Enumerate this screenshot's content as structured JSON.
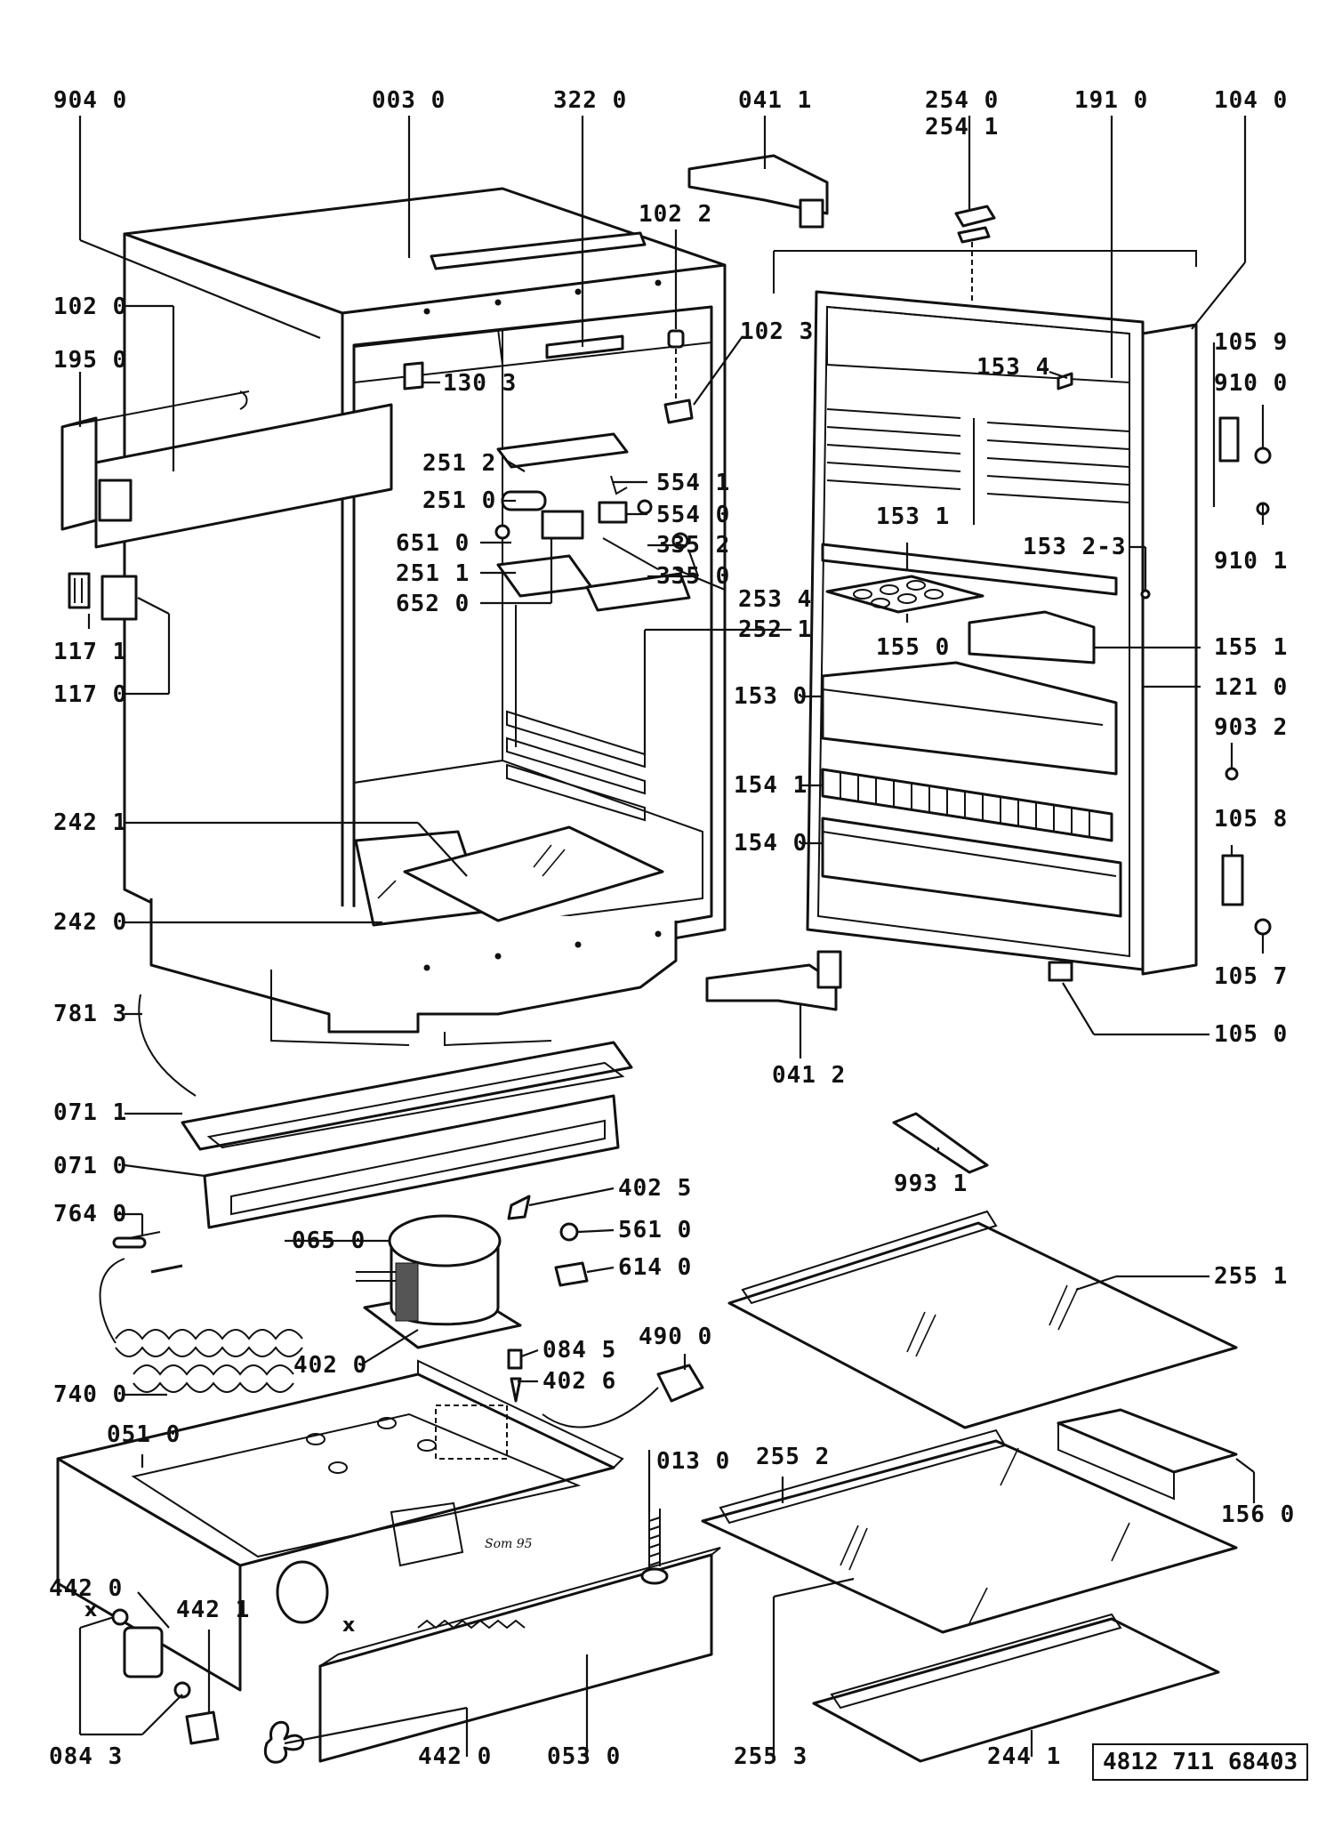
{
  "labels": {
    "l904_0": "904 0",
    "l003_0": "003 0",
    "l322_0": "322 0",
    "l041_1": "041 1",
    "l254_0": "254 0",
    "l254_1": "254 1",
    "l191_0": "191 0",
    "l104_0": "104 0",
    "l102_2": "102 2",
    "l102_0": "102 0",
    "l195_0": "195 0",
    "l102_3": "102 3",
    "l130_3": "130 3",
    "l105_9": "105 9",
    "l153_4": "153 4",
    "l910_0": "910 0",
    "l251_2": "251 2",
    "l554_1": "554 1",
    "l251_0": "251 0",
    "l554_0": "554 0",
    "l651_0": "651 0",
    "l335_2": "335 2",
    "l153_1": "153 1",
    "l153_2_3": "153 2-3",
    "l910_1": "910 1",
    "l251_1": "251 1",
    "l335_0": "335 0",
    "l652_0": "652 0",
    "l253_4": "253 4",
    "l117_1": "117 1",
    "l252_1": "252 1",
    "l155_0": "155 0",
    "l155_1": "155 1",
    "l117_0": "117 0",
    "l153_0": "153 0",
    "l121_0": "121 0",
    "l903_2": "903 2",
    "l154_1": "154 1",
    "l242_1": "242 1",
    "l105_8": "105 8",
    "l154_0": "154 0",
    "l242_0": "242 0",
    "l105_7": "105 7",
    "l781_3": "781 3",
    "l105_0": "105 0",
    "l041_2": "041 2",
    "l071_1": "071 1",
    "l071_0": "071 0",
    "l993_1": "993 1",
    "l402_5": "402 5",
    "l764_0": "764 0",
    "l065_0": "065 0",
    "l561_0": "561 0",
    "l614_0": "614 0",
    "l255_1": "255 1",
    "l084_5": "084 5",
    "l490_0": "490 0",
    "l402_0": "402 0",
    "l402_6": "402 6",
    "l740_0": "740 0",
    "l051_0": "051 0",
    "l255_2": "255 2",
    "l013_0": "013 0",
    "l156_0": "156 0",
    "l442_0a": "442 0",
    "l442_1": "442 1",
    "l084_3": "084 3",
    "l442_0b": "442 0",
    "l053_0": "053 0",
    "l255_3": "255 3",
    "l244_1": "244 1"
  },
  "document_number": "4812 711 68403",
  "marks": {
    "x1": "x",
    "x2": "x"
  },
  "stamp_text": "Som 95"
}
